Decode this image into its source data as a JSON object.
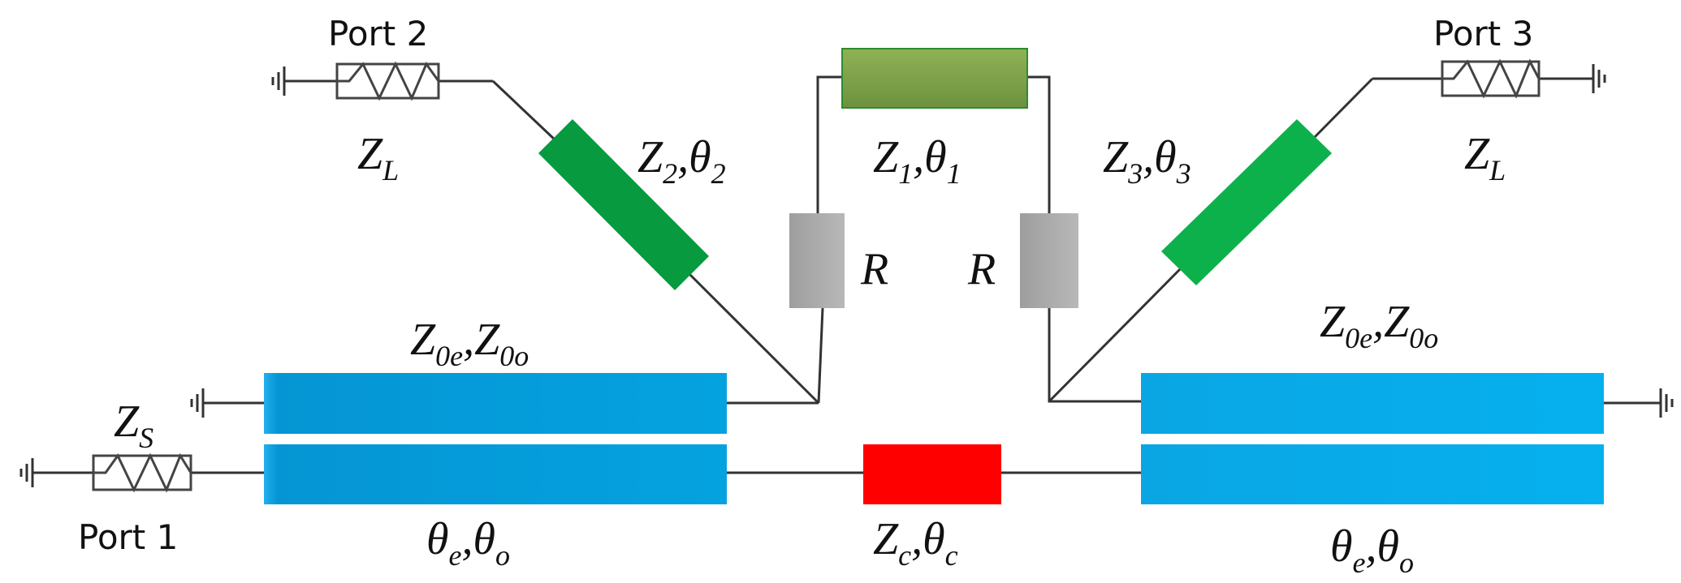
{
  "ports": {
    "port1": "Port 1",
    "port2": "Port 2",
    "port3": "Port 3"
  },
  "labels": {
    "zs": {
      "main": "Z",
      "sub": "S"
    },
    "zl_left": {
      "main": "Z",
      "sub": "L"
    },
    "zl_right": {
      "main": "Z",
      "sub": "L"
    },
    "z2": {
      "main1": "Z",
      "sub1": "2",
      "sep": ",",
      "main2": "θ",
      "sub2": "2"
    },
    "z1": {
      "main1": "Z",
      "sub1": "1",
      "sep": ",",
      "main2": "θ",
      "sub2": "1"
    },
    "z3": {
      "main1": "Z",
      "sub1": "3",
      "sep": ",",
      "main2": "θ",
      "sub2": "3"
    },
    "r_left": "R",
    "r_right": "R",
    "z0_left": {
      "main1": "Z",
      "sub1": "0e",
      "sep": ",",
      "main2": "Z",
      "sub2": "0o"
    },
    "z0_right": {
      "main1": "Z",
      "sub1": "0e",
      "sep": ",",
      "main2": "Z",
      "sub2": "0o"
    },
    "theta_left": {
      "main1": "θ",
      "sub1": "e",
      "sep": ",",
      "main2": "θ",
      "sub2": "o"
    },
    "theta_right": {
      "main1": "θ",
      "sub1": "e",
      "sep": ",",
      "main2": "θ",
      "sub2": "o"
    },
    "zc": {
      "main1": "Z",
      "sub1": "c",
      "sep": ",",
      "main2": "θ",
      "sub2": "c"
    }
  },
  "colors": {
    "coupled_line": "#0aa3e2",
    "line_z1": "#7a9e46",
    "line_z2": "#079a3f",
    "line_z3": "#0db14b",
    "resistor": "#aaaaaa",
    "line_zc": "#ff0000"
  }
}
